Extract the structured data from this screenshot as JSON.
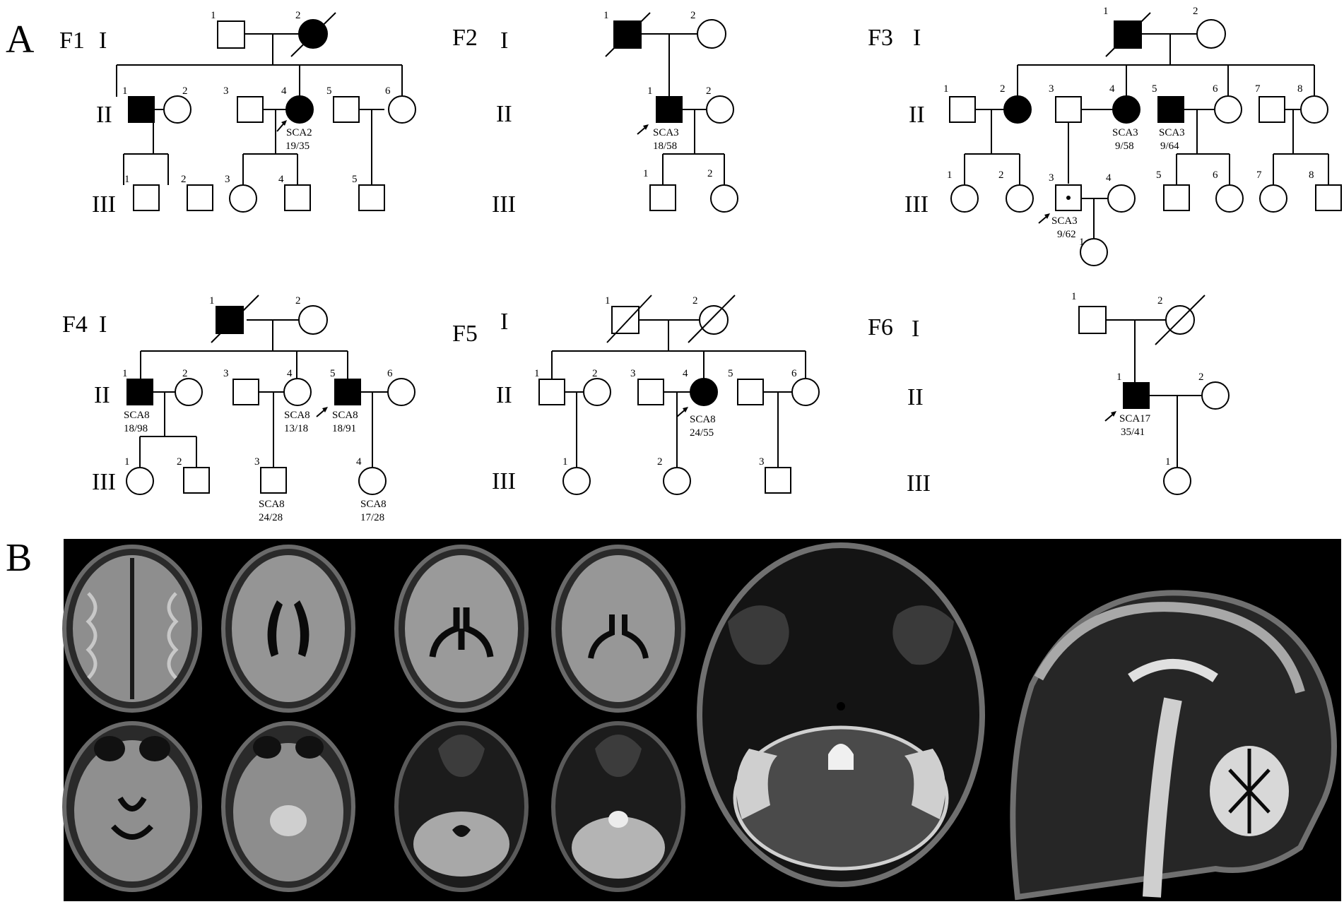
{
  "figure": {
    "panel_a_label": "A",
    "panel_b_label": "B"
  },
  "families": [
    {
      "label": "F1",
      "generations": [
        "I",
        "II",
        "III"
      ]
    },
    {
      "label": "F2",
      "generations": [
        "I",
        "II",
        "III"
      ]
    },
    {
      "label": "F3",
      "generations": [
        "I",
        "II",
        "III"
      ]
    },
    {
      "label": "F4",
      "generations": [
        "I",
        "II",
        "III"
      ]
    },
    {
      "label": "F5",
      "generations": [
        "I",
        "II",
        "III"
      ]
    },
    {
      "label": "F6",
      "generations": [
        "I",
        "II",
        "III"
      ]
    }
  ],
  "genotypes": {
    "f1_ii4": [
      "SCA2",
      "19/35"
    ],
    "f2_ii1": [
      "SCA3",
      "18/58"
    ],
    "f3_ii4": [
      "SCA3",
      "9/58"
    ],
    "f3_ii5": [
      "SCA3",
      "9/64"
    ],
    "f3_iii3": [
      "SCA3",
      "9/62"
    ],
    "f4_ii1": [
      "SCA8",
      "18/98"
    ],
    "f4_ii4": [
      "SCA8",
      "13/18"
    ],
    "f4_ii5": [
      "SCA8",
      "18/91"
    ],
    "f4_iii3": [
      "SCA8",
      "24/28"
    ],
    "f4_iii4": [
      "SCA8",
      "17/28"
    ],
    "f5_ii4": [
      "SCA8",
      "24/55"
    ],
    "f6_ii1": [
      "SCA17",
      "35/41"
    ]
  },
  "individual_numbers": {
    "f1_i": [
      "1",
      "2"
    ],
    "f1_ii": [
      "1",
      "2",
      "3",
      "4",
      "5",
      "6"
    ],
    "f1_iii": [
      "1",
      "2",
      "3",
      "4",
      "5"
    ],
    "f2_i": [
      "1",
      "2"
    ],
    "f2_ii": [
      "1",
      "2"
    ],
    "f2_iii": [
      "1",
      "2"
    ],
    "f3_i": [
      "1",
      "2"
    ],
    "f3_ii": [
      "1",
      "2",
      "3",
      "4",
      "5",
      "6",
      "7",
      "8"
    ],
    "f3_iii": [
      "1",
      "2",
      "3",
      "4",
      "5",
      "6",
      "7",
      "8"
    ],
    "f3_iv": [
      "1"
    ],
    "f4_i": [
      "1",
      "2"
    ],
    "f4_ii": [
      "1",
      "2",
      "3",
      "4",
      "5",
      "6"
    ],
    "f4_iii": [
      "1",
      "2",
      "3",
      "4"
    ],
    "f5_i": [
      "1",
      "2"
    ],
    "f5_ii": [
      "1",
      "2",
      "3",
      "4",
      "5",
      "6"
    ],
    "f5_iii": [
      "1",
      "2",
      "3"
    ],
    "f6_i": [
      "1",
      "2"
    ],
    "f6_ii": [
      "1",
      "2"
    ],
    "f6_iii": [
      "1"
    ]
  },
  "symbol_colors": {
    "affected": "#000000",
    "unaffected": "#ffffff",
    "line": "#000000"
  },
  "mri": {
    "background": "#000000",
    "images": [
      "brain-axial-1",
      "brain-axial-2",
      "brain-axial-3",
      "brain-axial-4",
      "brain-axial-5",
      "brain-axial-6",
      "brain-axial-7",
      "brain-axial-8",
      "brain-axial-cerebellum-large",
      "brain-sagittal"
    ]
  }
}
